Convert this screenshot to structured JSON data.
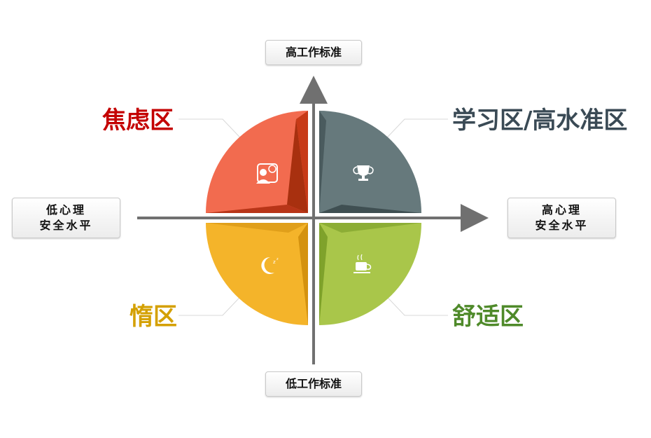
{
  "axes": {
    "top": "高工作标准",
    "bottom": "低工作标准",
    "left": [
      "低心理",
      "安全水平"
    ],
    "right": [
      "高心理",
      "安全水平"
    ]
  },
  "zones": {
    "anxiety": {
      "label": "焦虑区",
      "color": "#f26b4f",
      "text_color": "#c40000",
      "icon": "person-chat-icon"
    },
    "learning": {
      "label": "学习区/高水准区",
      "color": "#66797c",
      "text_color": "#3a4a55",
      "icon": "trophy-icon"
    },
    "lazy": {
      "label": "惰区",
      "color": "#f4b42a",
      "text_color": "#d4a000",
      "icon": "moon-sleep-icon"
    },
    "comfort": {
      "label": "舒适区",
      "color": "#a9c64a",
      "text_color": "#4f8a2a",
      "icon": "coffee-cup-icon"
    }
  }
}
